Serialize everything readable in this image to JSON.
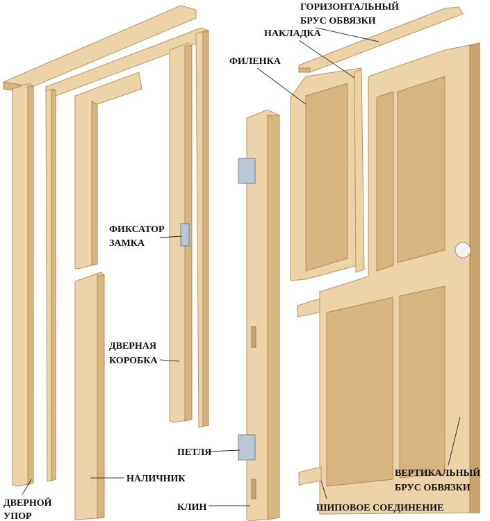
{
  "labels": {
    "horizontal_rail_1": "ГОРИЗОНТАЛЬНЫЙ",
    "horizontal_rail_2": "БРУС ОБВЯЗКИ",
    "overlay": "НАКЛАДКА",
    "panel": "ФИЛЕНКА",
    "lock_strike_1": "ФИКСАТОР",
    "lock_strike_2": "ЗАМКА",
    "door_frame_1": "ДВЕРНАЯ",
    "door_frame_2": "КОРОБКА",
    "hinge": "ПЕТЛЯ",
    "casing": "НАЛИЧНИК",
    "wedge": "КЛИН",
    "door_stop_1": "ДВЕРНОЙ",
    "door_stop_2": "УПОР",
    "tenon_joint": "ШИПОВОЕ СОЕДИНЕНИЕ",
    "vertical_stile_1": "ВЕРТИКАЛЬНЫЙ",
    "vertical_stile_2": "БРУС ОБВЯЗКИ"
  },
  "colors": {
    "wood": "#ecd4a8",
    "wood_shade": "#d6b57f",
    "metal": "#b8c7d6"
  }
}
